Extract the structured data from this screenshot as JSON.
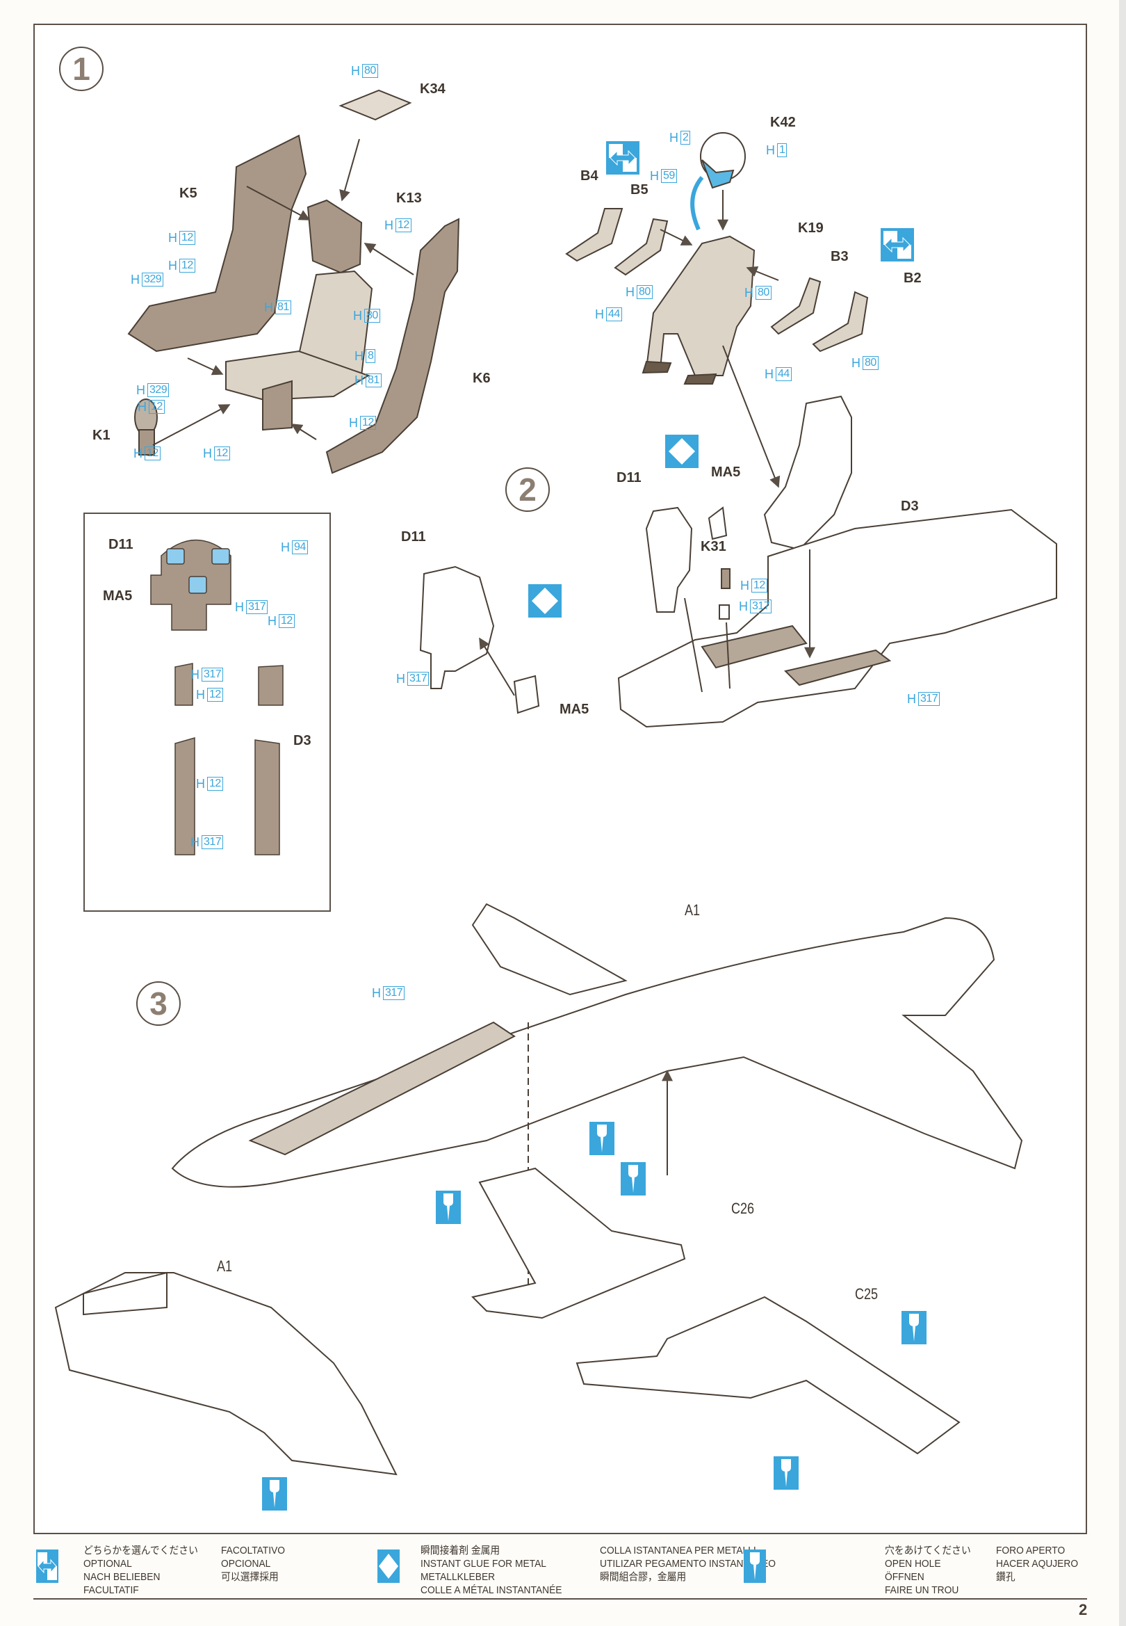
{
  "page": {
    "number": "2"
  },
  "steps": [
    {
      "number": "1"
    },
    {
      "number": "2"
    },
    {
      "number": "3"
    }
  ],
  "step1": {
    "parts": {
      "K34": "K34",
      "K13": "K13",
      "K5": "K5",
      "K6": "K6",
      "K1": "K1",
      "K42": "K42",
      "K19": "K19",
      "B4": "B4",
      "B5": "B5",
      "B3": "B3",
      "B2": "B2"
    },
    "paint_callouts": [
      {
        "id": "k34",
        "prefix": "H",
        "code": "80"
      },
      {
        "id": "k13",
        "prefix": "H",
        "code": "12"
      },
      {
        "id": "k5a",
        "prefix": "H",
        "code": "12"
      },
      {
        "id": "k5b",
        "prefix": "H",
        "code": "12"
      },
      {
        "id": "k5c",
        "prefix": "H",
        "code": "329"
      },
      {
        "id": "seat-81a",
        "prefix": "H",
        "code": "81"
      },
      {
        "id": "seat-80",
        "prefix": "H",
        "code": "80"
      },
      {
        "id": "seat-8",
        "prefix": "H",
        "code": "8"
      },
      {
        "id": "seat-81b",
        "prefix": "H",
        "code": "81"
      },
      {
        "id": "k1a",
        "prefix": "H",
        "code": "329"
      },
      {
        "id": "k1b",
        "prefix": "H",
        "code": "12"
      },
      {
        "id": "k1c",
        "prefix": "H",
        "code": "12"
      },
      {
        "id": "seat-base",
        "prefix": "H",
        "code": "12"
      },
      {
        "id": "k6",
        "prefix": "H",
        "code": "12"
      },
      {
        "id": "helmet-visor",
        "prefix": "H",
        "code": "2"
      },
      {
        "id": "helmet",
        "prefix": "H",
        "code": "1"
      },
      {
        "id": "mask",
        "prefix": "H",
        "code": "59"
      },
      {
        "id": "b-arms-left",
        "prefix": "H",
        "code": "80"
      },
      {
        "id": "gloves-left",
        "prefix": "H",
        "code": "44"
      },
      {
        "id": "torso",
        "prefix": "H",
        "code": "80"
      },
      {
        "id": "gloves-right",
        "prefix": "H",
        "code": "44"
      },
      {
        "id": "b-arms-right",
        "prefix": "H",
        "code": "80"
      }
    ]
  },
  "inset": {
    "parts": {
      "D11": "D11",
      "MA5": "MA5",
      "D3": "D3"
    },
    "paint_callouts": [
      {
        "id": "screens",
        "prefix": "H",
        "code": "94"
      },
      {
        "id": "panel-317",
        "prefix": "H",
        "code": "317"
      },
      {
        "id": "panel-12",
        "prefix": "H",
        "code": "12"
      },
      {
        "id": "side-317",
        "prefix": "H",
        "code": "317"
      },
      {
        "id": "side-12",
        "prefix": "H",
        "code": "12"
      },
      {
        "id": "console-12",
        "prefix": "H",
        "code": "12"
      },
      {
        "id": "console-317",
        "prefix": "H",
        "code": "317"
      }
    ]
  },
  "step2": {
    "parts": {
      "D11": "D11",
      "MA5a": "MA5",
      "MA5b": "MA5",
      "D11b": "D11",
      "K31": "K31",
      "D3": "D3"
    },
    "paint_callouts": [
      {
        "id": "d11",
        "prefix": "H",
        "code": "317"
      },
      {
        "id": "k31a",
        "prefix": "H",
        "code": "12"
      },
      {
        "id": "k31b",
        "prefix": "H",
        "code": "317"
      },
      {
        "id": "tub",
        "prefix": "H",
        "code": "317"
      }
    ]
  },
  "step3": {
    "parts": {
      "A1": "A1",
      "A1b": "A1",
      "C26": "C26",
      "C25": "C25"
    },
    "paint_callouts": [
      {
        "id": "cockpit-sill",
        "prefix": "H",
        "code": "317"
      }
    ]
  },
  "legend": {
    "optional": {
      "icon": "optional-arrows-icon",
      "col1": [
        "どちらかを選んでください",
        "OPTIONAL",
        "NACH BELIEBEN",
        "FACULTATIF"
      ],
      "col2": [
        "FACOLTATIVO",
        "OPCIONAL",
        "可以選擇採用"
      ]
    },
    "glue": {
      "icon": "instant-glue-diamond-icon",
      "col1": [
        "瞬間接着剤 金属用",
        "INSTANT GLUE FOR METAL",
        "METALLKLEBER",
        "COLLE A MÉTAL INSTANTANÉE"
      ],
      "col2": [
        "COLLA ISTANTANEA PER METALLI",
        "UTILIZAR PEGAMENTO INSTANTANEO",
        "瞬間組合膠，金屬用"
      ]
    },
    "hole": {
      "icon": "open-hole-drill-icon",
      "col1": [
        "穴をあけてください",
        "OPEN HOLE",
        "ÖFFNEN",
        "FAIRE UN TROU"
      ],
      "col2": [
        "FORO APERTO",
        "HACER AQUJERO",
        "鑽孔"
      ]
    }
  },
  "colors": {
    "accent_blue": "#3aa6dc",
    "seat_tan": "#a99888",
    "seat_light": "#ddd4c8",
    "line": "#4a3f35"
  }
}
